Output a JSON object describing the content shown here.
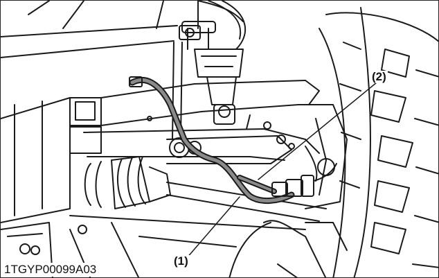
{
  "callouts": {
    "label_1": "(1)",
    "label_2": "(2)"
  },
  "figure_code": "1TGYP00099A03",
  "colors": {
    "line": "#1a1a1a",
    "hose_fill": "#8a8a8a",
    "background": "#ffffff"
  }
}
